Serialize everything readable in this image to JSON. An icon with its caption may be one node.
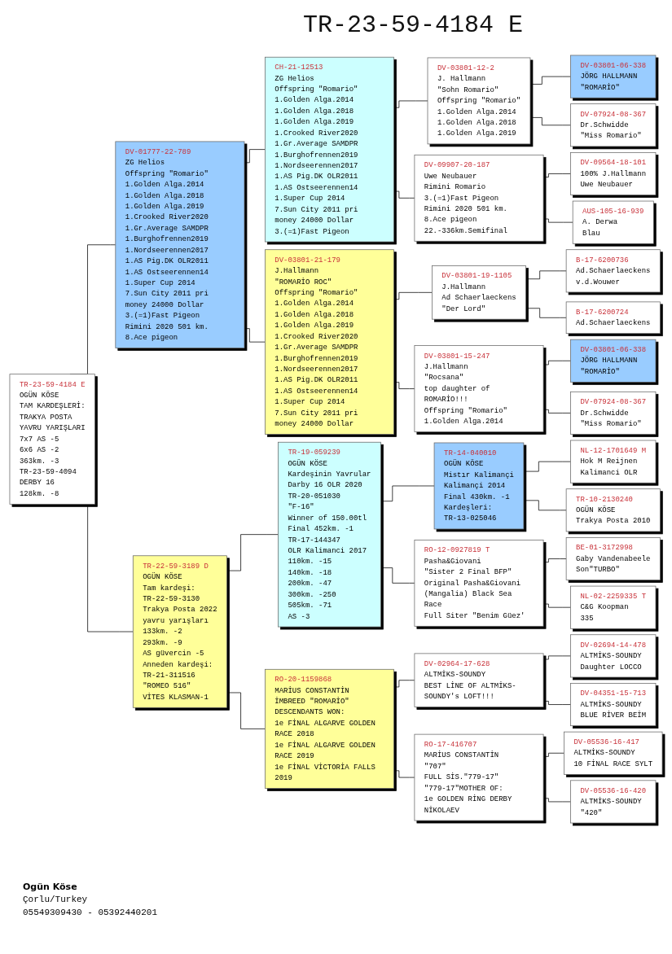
{
  "diagram": {
    "title": "TR-23-59-4184 E",
    "nodes": [
      {
        "text": [
          "TR-23-59-4184 E",
          "OGÜN KÖSE",
          "TAM KARDEŞLERİ:",
          "TRAKYA POSTA",
          "YAVRU YARIŞLARI",
          "7x7 AS -5",
          "6x6 AS -2",
          "363km. -3",
          "TR-23-59-4094",
          "DERBY 16",
          "128km. -8"
        ]
      },
      {
        "text": [
          "DV-01777-22-789",
          "ZG Helios",
          "Offspring \"Romario\"",
          "1.Golden Alga.2014",
          "1.Golden Alga.2018",
          "1.Golden Alga.2019",
          "1.Crooked River2020",
          "1.Gr.Average SAMDPR",
          "1.Burghofrennen2019",
          "1.Nordseerennen2017",
          "1.AS Pig.DK OLR2011",
          "1.AS Ostseerennen14",
          "1.Super Cup 2014",
          "7.Sun City 2011 pri money 24000 Dollar",
          "3.(=1)Fast Pigeon Rimini 2020 501 km.",
          "8.Ace pigeon"
        ]
      },
      {
        "text": [
          "TR-22-59-3189 D",
          "OGÜN KÖSE",
          "Tam kardeşi:",
          "TR-22-59-3130",
          "Trakya Posta 2022",
          "yavru yarışları",
          "133km. -2",
          "293km. -9",
          "AS güvercin -5",
          "Anneden kardeşi:",
          "TR-21-311516",
          "\"ROMEO 516\"",
          "VİTES KLASMAN-1"
        ]
      },
      {
        "text": [
          "CH-21-12513",
          "ZG Helios",
          "Offspring \"Romario\"",
          "1.Golden Alga.2014",
          "1.Golden Alga.2018",
          "1.Golden Alga.2019",
          "1.Crooked River2020",
          "1.Gr.Average SAMDPR",
          "1.Burghofrennen2019",
          "1.Nordseerennen2017",
          "1.AS Pig.DK OLR2011",
          "1.AS Ostseerennen14",
          "1.Super Cup 2014",
          "7.Sun City 2011 pri money 24000 Dollar",
          "3.(=1)Fast Pigeon"
        ]
      },
      {
        "text": [
          "DV-03801-21-179",
          "J.Hallmann",
          "\"ROMARİO ROC\"",
          "Offspring \"Romario\"",
          "1.Golden Alga.2014",
          "1.Golden Alga.2018",
          "1.Golden Alga.2019",
          "1.Crooked River2020",
          "1.Gr.Average SAMDPR",
          "1.Burghofrennen2019",
          "1.Nordseerennen2017",
          "1.AS Pig.DK OLR2011",
          "1.AS Ostseerennen14",
          "1.Super Cup 2014",
          "7.Sun City 2011 pri money 24000 Dollar"
        ]
      },
      {
        "text": [
          "TR-19-059239",
          "OGÜN KÖSE",
          "Kardeşinin Yavrular",
          "Darby 16 OLR 2020",
          "TR-20-051030",
          "\"F-16\"",
          "Winner of 150.00tl",
          "Final 452km. -1",
          "TR-17-144347",
          "OLR Kalimanci 2017",
          "110km. -15",
          "140km. -18",
          "200km. -47",
          "300km. -250",
          "505km. -71",
          "AS -3"
        ]
      },
      {
        "text": [
          "RO-20-1159868",
          "MARİUS CONSTANTİN",
          "İMBREED \"ROMARİO\"",
          "DESCENDANTS WON:",
          "1e FİNAL ALGARVE GOLDEN RACE 2018",
          "1e FİNAL ALGARVE GOLDEN RACE 2019",
          "1e FİNAL VİCTORİA FALLS 2019"
        ]
      },
      {
        "text": [
          "DV-03801-12-2",
          "J. Hallmann",
          "\"Sohn Romario\"",
          "Offspring \"Romario\"",
          "1.Golden Alga.2014",
          "1.Golden Alga.2018",
          "1.Golden Alga.2019"
        ]
      },
      {
        "text": [
          "DV-09907-20-187",
          "Uwe Neubauer",
          "Rimini Romario",
          "3.(=1)Fast Pigeon Rimini 2020 501 km.",
          "8.Ace pigeon",
          "22.-336km.Semifinal"
        ]
      },
      {
        "text": [
          "DV-03801-19-1105",
          "J.Hallmann",
          "Ad Schaerlaeckens",
          "\"Der Lord\""
        ]
      },
      {
        "text": [
          "DV-03801-15-247",
          "J.Hallmann",
          "\"Rocsana\"",
          "top daughter of ROMARİO!!!",
          "Offspring \"Romario\"",
          "1.Golden Alga.2014"
        ]
      },
      {
        "text": [
          "TR-14-040010",
          "OGÜN KÖSE",
          "Mistır Kalimançi",
          "Kalimançi 2014",
          "Final 430km. -1",
          "Kardeşleri:",
          "TR-13-025046"
        ]
      },
      {
        "text": [
          "RO-12-0927819 T",
          "Pasha&Giovani",
          "\"Sister 2 Final BFP\"",
          "Original Pasha&Giovani (Mangalia) Black Sea Race",
          "Full Siter \"Benim Güez'"
        ]
      },
      {
        "text": [
          "DV-02964-17-628",
          "ALTMİKS-SOUNDY",
          "BEST LİNE OF ALTMİKS-SOUNDY's LOFT!!!"
        ]
      },
      {
        "text": [
          "RO-17-416707",
          "MARİUS CONSTANTİN",
          "\"707\"",
          "FULL SİS.\"779-17\"",
          "\"779-17\"MOTHER OF:",
          "1e GOLDEN RİNG DERBY NİKOLAEV"
        ]
      },
      {
        "text": [
          "DV-03801-06-338",
          "JÖRG HALLMANN",
          "\"ROMARİO\""
        ]
      },
      {
        "text": [
          "DV-07924-08-367",
          "Dr.Schwidde",
          "\"Miss Romario\""
        ]
      },
      {
        "text": [
          "DV-09564-18-101",
          "100% J.Hallmann",
          "Uwe Neubauer"
        ]
      },
      {
        "text": [
          "AUS-105-16-939",
          "A. Derwa",
          "Blau"
        ]
      },
      {
        "text": [
          "B-17-6200736",
          "Ad.Schaerlaeckens",
          "v.d.Wouwer"
        ]
      },
      {
        "text": [
          "B-17-6200724",
          "Ad.Schaerlaeckens"
        ]
      },
      {
        "text": [
          "DV-03801-06-338",
          "JÖRG HALLMANN",
          "\"ROMARİO\""
        ]
      },
      {
        "text": [
          "DV-07924-08-367",
          "Dr.Schwidde",
          "\"Miss Romario\""
        ]
      },
      {
        "text": [
          "NL-12-1701649 M",
          "Hok M Reijnen",
          "Kalimanci OLR"
        ]
      },
      {
        "text": [
          "TR-10-2130240",
          "OGÜN KÖSE",
          "Trakya Posta 2010"
        ]
      },
      {
        "text": [
          "BE-01-3172998",
          "Gaby Vandenabeele",
          "Son\"TURBO\""
        ]
      },
      {
        "text": [
          "NL-02-2259335 T",
          "C&G Koopman",
          "335"
        ]
      },
      {
        "text": [
          "DV-02694-14-478",
          "ALTMİKS-SOUNDY",
          "Daughter LOCCO"
        ]
      },
      {
        "text": [
          "DV-04351-15-713",
          "ALTMİKS-SOUNDY",
          "BLUE RİVER BEİM"
        ]
      },
      {
        "text": [
          "DV-05536-16-417",
          "ALTMİKS-SOUNDY",
          "10 FİNAL RACE SYLT"
        ]
      },
      {
        "text": [
          "DV-05536-16-420",
          "ALTMİKS-SOUNDY",
          "\"420\""
        ]
      }
    ],
    "edges": [
      {
        "from": 0,
        "to": 1,
        "arrow": "none"
      },
      {
        "from": 0,
        "to": 2,
        "arrow": "none"
      },
      {
        "from": 1,
        "to": 3,
        "arrow": "none"
      },
      {
        "from": 1,
        "to": 4,
        "arrow": "none"
      },
      {
        "from": 2,
        "to": 5,
        "arrow": "none"
      },
      {
        "from": 2,
        "to": 6,
        "arrow": "none"
      },
      {
        "from": 3,
        "to": 7,
        "arrow": "none"
      },
      {
        "from": 3,
        "to": 8,
        "arrow": "none"
      },
      {
        "from": 4,
        "to": 9,
        "arrow": "none"
      },
      {
        "from": 4,
        "to": 10,
        "arrow": "none"
      },
      {
        "from": 5,
        "to": 11,
        "arrow": "none"
      },
      {
        "from": 5,
        "to": 12,
        "arrow": "none"
      },
      {
        "from": 6,
        "to": 13,
        "arrow": "none"
      },
      {
        "from": 6,
        "to": 14,
        "arrow": "none"
      },
      {
        "from": 7,
        "to": 15,
        "arrow": "none"
      },
      {
        "from": 7,
        "to": 16,
        "arrow": "none"
      },
      {
        "from": 8,
        "to": 17,
        "arrow": "none"
      },
      {
        "from": 8,
        "to": 18,
        "arrow": "none"
      },
      {
        "from": 9,
        "to": 19,
        "arrow": "none"
      },
      {
        "from": 9,
        "to": 20,
        "arrow": "none"
      },
      {
        "from": 10,
        "to": 21,
        "arrow": "none"
      },
      {
        "from": 10,
        "to": 22,
        "arrow": "none"
      },
      {
        "from": 11,
        "to": 23,
        "arrow": "none"
      },
      {
        "from": 11,
        "to": 24,
        "arrow": "none"
      },
      {
        "from": 12,
        "to": 25,
        "arrow": "none"
      },
      {
        "from": 12,
        "to": 26,
        "arrow": "none"
      },
      {
        "from": 13,
        "to": 27,
        "arrow": "none"
      },
      {
        "from": 13,
        "to": 28,
        "arrow": "none"
      },
      {
        "from": 14,
        "to": 29,
        "arrow": "none"
      },
      {
        "from": 14,
        "to": 30,
        "arrow": "none"
      }
    ],
    "labels": [
      "Ogün Köse",
      "Çorlu/Turkey",
      "05549309430 - 05392440201"
    ]
  }
}
